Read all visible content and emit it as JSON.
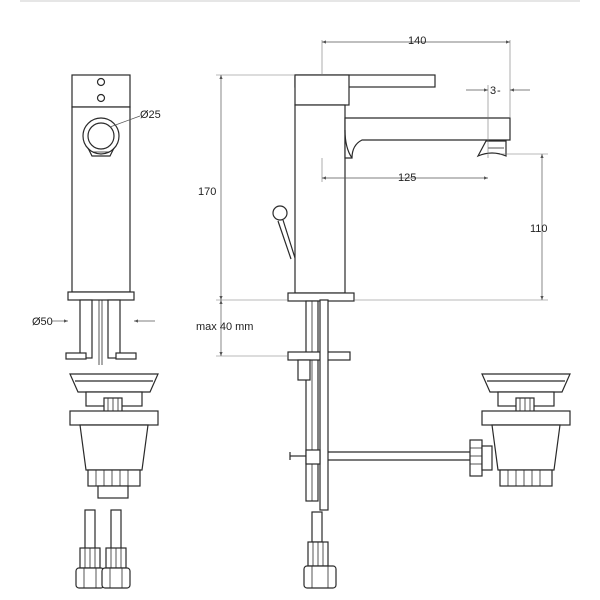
{
  "dimensions": {
    "overall_width": "140",
    "spout_offset": "3",
    "spout_reach": "125",
    "spout_height": "110",
    "total_height": "170",
    "handle_diameter": "Ø25",
    "body_diameter": "Ø50",
    "max_counter_thickness": "max 40 mm"
  },
  "colors": {
    "line": "#2a2a2a",
    "dimension_line": "#555555",
    "background": "#ffffff"
  }
}
